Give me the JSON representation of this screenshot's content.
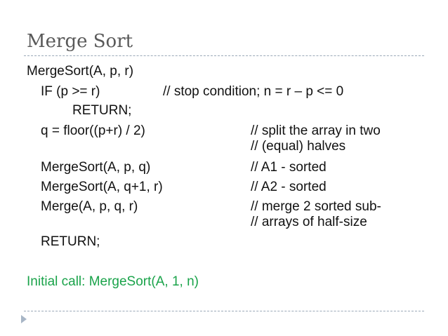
{
  "slide": {
    "title": "Merge Sort",
    "code": {
      "signature": "MergeSort(A, p, r)",
      "if_line": "IF (p >= r)",
      "if_comment": "// stop condition; n = r – p <= 0",
      "return_inner": "RETURN;",
      "q_line": "q = floor((p+r) / 2)",
      "q_comment_1": "// split the array in two",
      "q_comment_2": "// (equal) halves",
      "rec1_line": "MergeSort(A, p, q)",
      "rec1_comment": "// A1 - sorted",
      "rec2_line": "MergeSort(A, q+1, r)",
      "rec2_comment": "// A2 - sorted",
      "merge_line": "Merge(A, p, q, r)",
      "merge_comment_1": "// merge 2 sorted sub-",
      "merge_comment_2": "// arrays of half-size",
      "return_outer": "RETURN;"
    },
    "initial_call": "Initial call: MergeSort(A, 1, n)"
  },
  "colors": {
    "title": "#595959",
    "text": "#111111",
    "initial_call": "#1aa34a",
    "rule": "#9aa8b8"
  }
}
